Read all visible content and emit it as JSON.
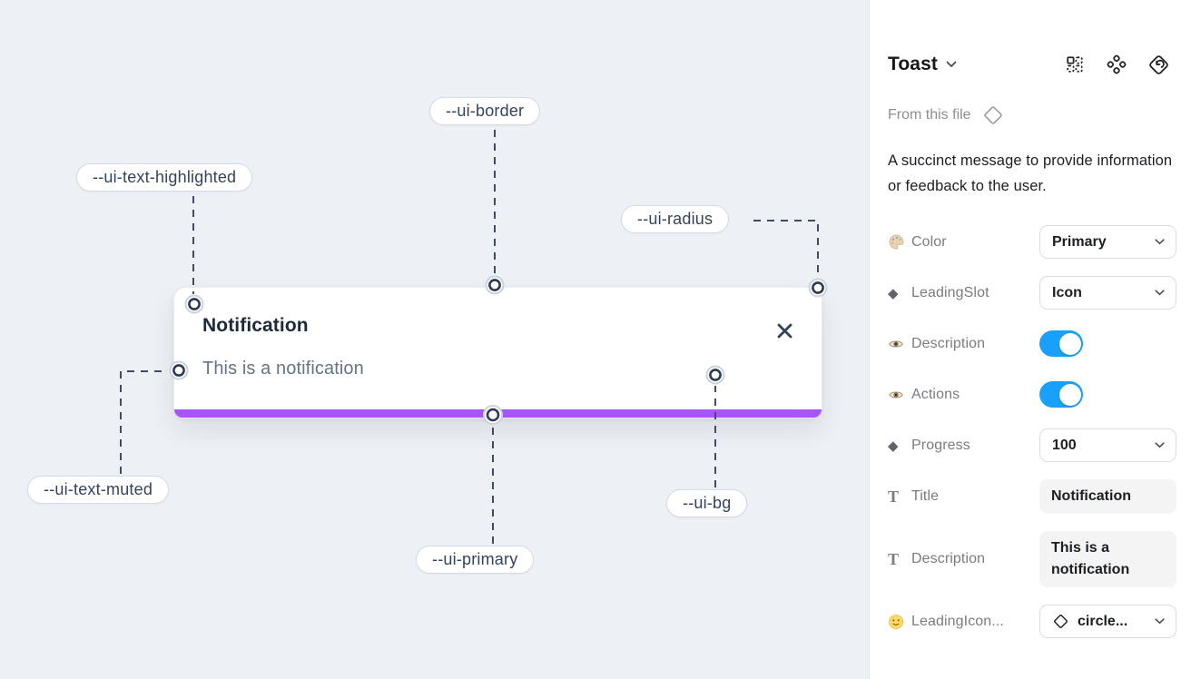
{
  "canvas": {
    "toast": {
      "title": "Notification",
      "description": "This is a notification"
    },
    "annotations": [
      {
        "label": "--ui-text-highlighted"
      },
      {
        "label": "--ui-border"
      },
      {
        "label": "--ui-radius"
      },
      {
        "label": "--ui-text-muted"
      },
      {
        "label": "--ui-primary"
      },
      {
        "label": "--ui-bg"
      }
    ]
  },
  "panel": {
    "title": "Toast",
    "source": "From this file",
    "description": "A succinct message to provide information or feedback to the user.",
    "properties": [
      {
        "icon": "palette-icon",
        "label": "Color",
        "control": "select",
        "value": "Primary"
      },
      {
        "icon": "diamond-icon",
        "label": "LeadingSlot",
        "control": "select",
        "value": "Icon"
      },
      {
        "icon": "eye-icon",
        "label": "Description",
        "control": "toggle",
        "value": "on"
      },
      {
        "icon": "eye-icon",
        "label": "Actions",
        "control": "toggle",
        "value": "on"
      },
      {
        "icon": "diamond-icon",
        "label": "Progress",
        "control": "select",
        "value": "100"
      },
      {
        "icon": "text-icon",
        "label": "Title",
        "control": "text",
        "value": "Notification"
      },
      {
        "icon": "text-icon",
        "label": "Description",
        "control": "text",
        "value": "This is a notification"
      },
      {
        "icon": "smiley-icon",
        "label": "LeadingIcon...",
        "control": "select-icon",
        "value": "circle..."
      }
    ]
  },
  "colors": {
    "canvas_bg": "#edf0f5",
    "toast_primary_bar": "#a855f7",
    "toggle_on": "#18a0fb",
    "toast_title_text": "#1e293b",
    "toast_muted_text": "#64748b",
    "annotation_line": "#3f4c63"
  }
}
